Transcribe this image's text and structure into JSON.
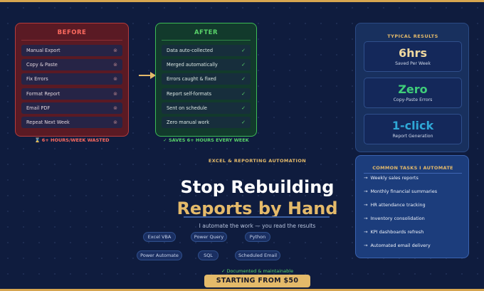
{
  "before": {
    "title": "BEFORE",
    "items": [
      {
        "label": "Manual Export",
        "mark": "⊗"
      },
      {
        "label": "Copy & Paste",
        "mark": "⊗"
      },
      {
        "label": "Fix Errors",
        "mark": "⊗"
      },
      {
        "label": "Format Report",
        "mark": "⊗"
      },
      {
        "label": "Email PDF",
        "mark": "⊗"
      },
      {
        "label": "Repeat Next Week",
        "mark": "⊗"
      }
    ],
    "caption": "⌛ 6+ HOURS/WEEK WASTED"
  },
  "after": {
    "title": "AFTER",
    "items": [
      {
        "label": "Data auto-collected",
        "mark": "✓"
      },
      {
        "label": "Merged automatically",
        "mark": "✓"
      },
      {
        "label": "Errors caught & fixed",
        "mark": "✓"
      },
      {
        "label": "Report self-formats",
        "mark": "✓"
      },
      {
        "label": "Sent on schedule",
        "mark": "✓"
      },
      {
        "label": "Zero manual work",
        "mark": "✓"
      }
    ],
    "caption": "✓ SAVES 6+ HOURS EVERY WEEK"
  },
  "results": {
    "title": "TYPICAL RESULTS",
    "stats": [
      {
        "value": "6hrs",
        "label": "Saved Per Week",
        "color": "#f0d9a0"
      },
      {
        "value": "Zero",
        "label": "Copy-Paste Errors",
        "color": "#3fce7a"
      },
      {
        "value": "1-click",
        "label": "Report Generation",
        "color": "#2fa8d6"
      }
    ]
  },
  "tasks": {
    "title": "COMMON TASKS I AUTOMATE",
    "items": [
      "Weekly sales reports",
      "Monthly financial summaries",
      "HR attendance tracking",
      "Inventory consolidation",
      "KPI dashboards refresh",
      "Automated email delivery"
    ]
  },
  "hero": {
    "eyebrow": "EXCEL & REPORTING AUTOMATION",
    "headline_1": "Stop Rebuilding",
    "headline_2": "Reports by Hand",
    "subtitle": "I automate the work — you read the results"
  },
  "tags": {
    "row1": [
      "Excel VBA",
      "Power Query",
      "Python"
    ],
    "row2": [
      "Power Automate",
      "SQL",
      "Scheduled Email"
    ]
  },
  "footer": {
    "note": "✓ Documented & maintainable",
    "cta": "STARTING FROM $50"
  },
  "colors": {
    "accent_gold": "#e4ba6a",
    "before_red": "#ff6b5f",
    "after_green": "#59d46a",
    "background": "#0f1c3e"
  }
}
